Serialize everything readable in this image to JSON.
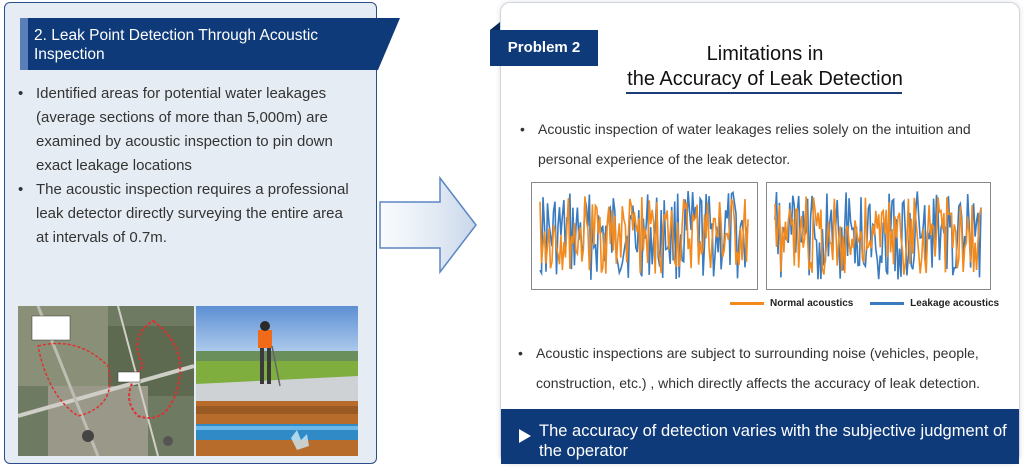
{
  "left": {
    "header": "2. Leak Point Detection Through Acoustic Inspection",
    "bullets": [
      "Identified areas for potential water leakages (average sections of more than 5,000m) are examined by acoustic inspection to pin down exact leakage locations",
      "The acoustic inspection requires a professional leak detector directly surveying the entire area at intervals of 0.7m."
    ]
  },
  "right": {
    "tag": "Problem 2",
    "title_line1": "Limitations in",
    "title_line2": "the Accuracy of Leak Detection",
    "bullet1": "Acoustic inspection of water leakages relies solely on the intuition and personal experience of the leak detector.",
    "bullet2": "Acoustic inspections  are subject to surrounding noise (vehicles, people, construction, etc.) , which directly affects the accuracy of leak detection.",
    "legend": {
      "normal": "Normal acoustics",
      "leakage": "Leakage acoustics"
    },
    "conclusion": "The accuracy of detection varies with the subjective judgment of the operator"
  },
  "colors": {
    "navy": "#0e3a7a",
    "normal": "#f28a1e",
    "leakage": "#3a7bbf"
  }
}
